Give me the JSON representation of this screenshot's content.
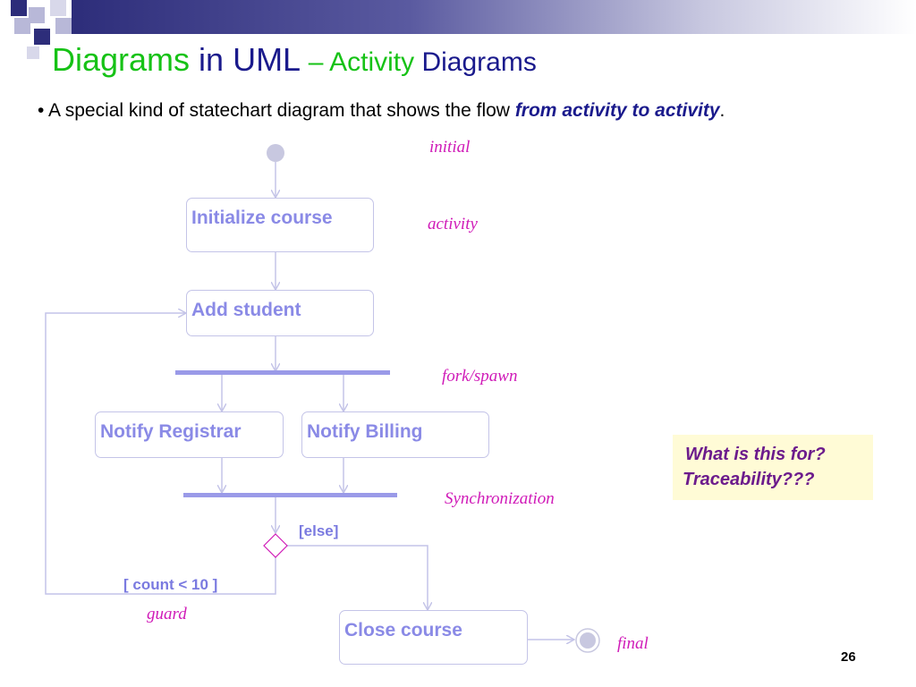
{
  "slide": {
    "title_part1": "Diagrams",
    "title_part2": " in UML ",
    "title_part3": "– Activity",
    "title_part4": " Diagrams",
    "bullet_prefix": "• A special kind of statechart diagram that shows the flow ",
    "bullet_emphasis": "from activity to activity",
    "bullet_suffix": ".",
    "page_number": "26"
  },
  "annotations": {
    "initial": "initial",
    "activity": "activity",
    "fork": "fork/spawn",
    "sync": "Synchronization",
    "guard": "guard",
    "final": "final"
  },
  "diagram": {
    "initialize": "Initialize course",
    "add_student": "Add student",
    "notify_registrar": "Notify Registrar",
    "notify_billing": "Notify Billing",
    "close_course": "Close course",
    "else_guard": "[else]",
    "count_guard": "[ count < 10 ]"
  },
  "callout": {
    "line1": "What is this for?",
    "line2": "Traceability???"
  },
  "colors": {
    "title_green": "#16c216",
    "title_navy": "#1a1a8c",
    "annotation_magenta": "#d01bb8",
    "activity_text": "#8a8ae6",
    "connector": "#c4c4e8",
    "bar": "#9a9ae8",
    "callout_bg": "#fffbd6"
  }
}
